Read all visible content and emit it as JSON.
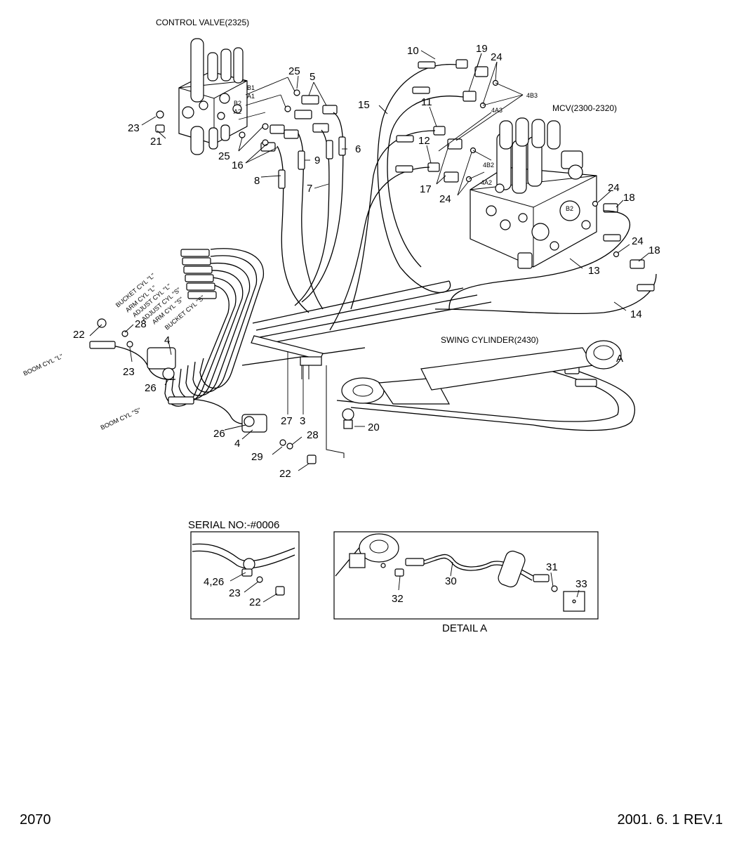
{
  "titles": {
    "control_valve": "CONTROL VALVE(2325)",
    "mcv": "MCV(2300-2320)",
    "swing_cylinder": "SWING CYLINDER(2430)",
    "serial_no": "SERIAL NO:-#0006",
    "detail_a": "DETAIL A",
    "detail_marker": "A"
  },
  "hose_labels": {
    "bucket_l": "BUCKET CYL \"L\"",
    "arm_l": "ARM CYL \"L\"",
    "adjust_l": "ADJUST CYL \"L\"",
    "adjust_s": "ADJUST CYL \"S\"",
    "arm_s": "ARM CYL \"S\"",
    "bucket_s": "BUCKET CYL \"S\"",
    "boom_l": "BOOM CYL \"L\"",
    "boom_s": "BOOM CYL \"S\""
  },
  "callouts": {
    "n3": "3",
    "n4a": "4",
    "n4b": "4",
    "n5": "5",
    "n6": "6",
    "n7": "7",
    "n8": "8",
    "n9": "9",
    "n10": "10",
    "n11": "11",
    "n12": "12",
    "n13": "13",
    "n14": "14",
    "n15": "15",
    "n16": "16",
    "n17": "17",
    "n18a": "18",
    "n18b": "18",
    "n19": "19",
    "n20": "20",
    "n21": "21",
    "n22a": "22",
    "n22b": "22",
    "n23a": "23",
    "n23b": "23",
    "n24a": "24",
    "n24b": "24",
    "n24c": "24",
    "n24d": "24",
    "n25a": "25",
    "n25b": "25",
    "n26a": "26",
    "n26b": "26",
    "n27": "27",
    "n28a": "28",
    "n28b": "28",
    "n29": "29",
    "n30": "30",
    "n31": "31",
    "n32": "32",
    "n33": "33",
    "inset_426": "4,26",
    "inset_23": "23",
    "inset_22": "22"
  },
  "port_marks": {
    "b1": "B1",
    "a1": "A1",
    "b2": "B2",
    "a2": "A2",
    "p4b3": "4B3",
    "p4a3": "4A3",
    "p4b2": "4B2",
    "p4a2": "4A2",
    "pb2": "B2"
  },
  "footer": {
    "page_number": "2070",
    "revision": "2001. 6. 1 REV.1"
  }
}
